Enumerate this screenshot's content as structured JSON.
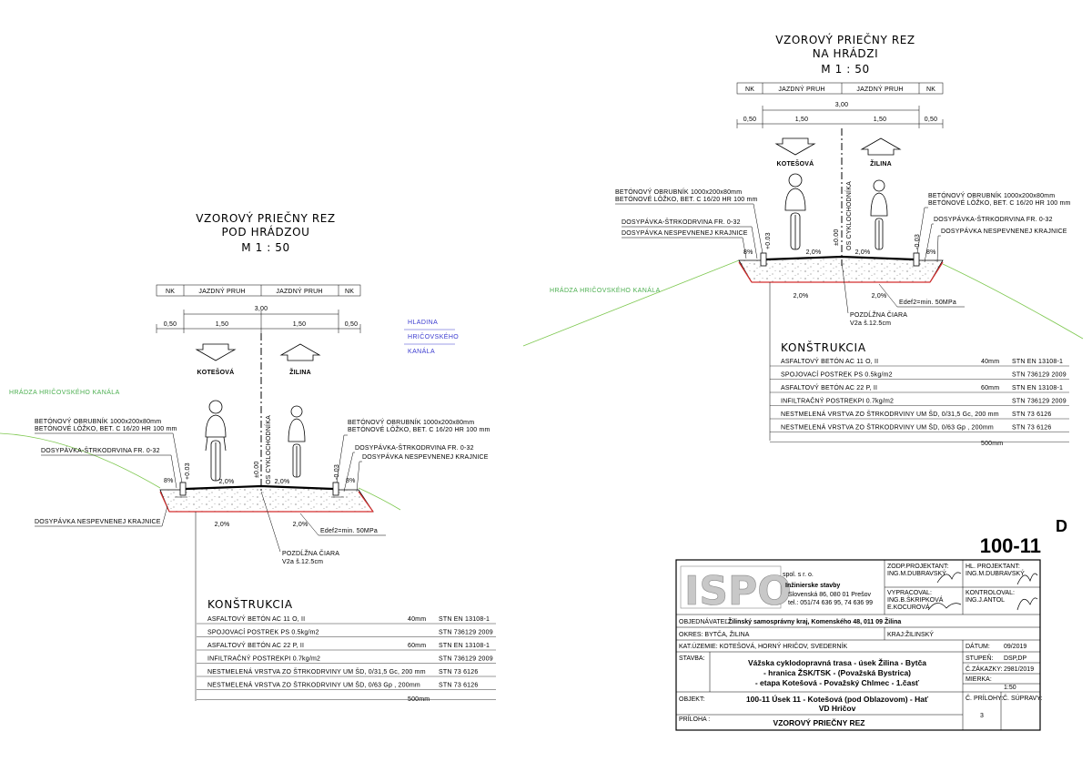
{
  "drawing_code": {
    "letter": "D",
    "number": "100-11"
  },
  "colors": {
    "embankment": "#7ec850",
    "pavement_edge": "#d32f2f",
    "water_label": "#3a3acf",
    "ink": "#000000"
  },
  "left_section": {
    "title_1": "VZOROVÝ PRIEČNY REZ",
    "title_2": "POD HRÁDZOU",
    "scale": "M 1 : 50",
    "lane_headers": [
      "NK",
      "JAZDNÝ PRUH",
      "JAZDNÝ PRUH",
      "NK"
    ],
    "total_width": "3,00",
    "widths": [
      "0,50",
      "1,50",
      "1,50",
      "0,50"
    ],
    "dir_left": "KOTEŠOVÁ",
    "dir_right": "ŽILINA",
    "axis_label": "OS CYKLOCHODNÍKA",
    "axis_height": "±0.00",
    "height_left": "+0.03",
    "height_right": "-0.03",
    "slope_top_left": "2,0%",
    "slope_top_right": "2,0%",
    "slope_bottom_left": "2,0%",
    "slope_bottom_right": "2,0%",
    "verge_slope_left": "8%",
    "verge_slope_right": "8%",
    "embankment_label": "HRÁDZA HRIČOVSKÉHO KANÁLA",
    "water_label": [
      "HLADINA",
      "HRIČOVSKÉHO",
      "KANÁLA"
    ],
    "left_notes": [
      "BETÓNOVÝ OBRUBNÍK 1000x200x80mm",
      "BETÓNOVÉ LÔŽKO, BET. C 16/20 HR 100 mm",
      "DOSYPÁVKA-ŠTRKODRVINA FR. 0-32",
      "DOSYPÁVKA NESPEVNENEJ KRAJNICE"
    ],
    "right_notes": [
      "BETÓNOVÝ OBRUBNÍK 1000x200x80mm",
      "BETÓNOVÉ LÔŽKO, BET. C 16/20 HR 100 mm",
      "DOSYPÁVKA-ŠTRKODRVINA FR. 0-32",
      "DOSYPÁVKA NESPEVNENEJ KRAJNICE"
    ],
    "edef": "Edef2=min. 50MPa",
    "line_label": [
      "POZDĹŽNA ČIARA",
      "V2a š.12.5cm"
    ],
    "construction_title": "KONŠTRUKCIA",
    "layers": [
      {
        "name": "ASFALTOVÝ BETÓN    AC 11 O, II",
        "thickness": "40mm",
        "standard": "STN EN 13108-1"
      },
      {
        "name": "SPOJOVACÍ POSTREK  PS 0.5kg/m2",
        "thickness": "",
        "standard": "STN 736129 2009"
      },
      {
        "name": "ASFALTOVÝ BETÓN    AC 22 P, II",
        "thickness": "60mm",
        "standard": "STN EN 13108-1"
      },
      {
        "name": "INFILTRAČNÝ POSTREKPI 0.7kg/m2",
        "thickness": "",
        "standard": "STN 736129 2009"
      },
      {
        "name": "NESTMELENÁ VRSTVA ZO ŠTRKODRVINY  UM ŠD, 0/31,5 Gc, 200 mm",
        "thickness": "",
        "standard": "STN 73 6126"
      },
      {
        "name": "NESTMELENÁ VRSTVA ZO ŠTRKODRVINY  UM ŠD, 0/63 Gp , 200mm",
        "thickness": "",
        "standard": "STN 73 6126"
      }
    ],
    "total": "500mm"
  },
  "right_section": {
    "title_1": "VZOROVÝ PRIEČNY REZ",
    "title_2": "NA HRÁDZI",
    "scale": "M 1 : 50",
    "lane_headers": [
      "NK",
      "JAZDNÝ PRUH",
      "JAZDNÝ PRUH",
      "NK"
    ],
    "total_width": "3,00",
    "widths": [
      "0,50",
      "1,50",
      "1,50",
      "0,50"
    ],
    "dir_left": "KOTEŠOVÁ",
    "dir_right": "ŽILINA",
    "axis_label": "OS CYKLOCHODNÍKA",
    "axis_height": "±0.00",
    "height_left": "+0.03",
    "height_right": "-0.03",
    "slope_top_left": "2,0%",
    "slope_top_right": "2,0%",
    "slope_bottom_left": "2,0%",
    "slope_bottom_right": "2,0%",
    "verge_slope_left": "8%",
    "verge_slope_right": "8%",
    "embankment_label": "HRÁDZA HRIČOVSKÉHO KANÁLA",
    "left_notes": [
      "BETÓNOVÝ OBRUBNÍK 1000x200x80mm",
      "BETÓNOVÉ LÔŽKO, BET. C 16/20 HR 100 mm",
      "DOSYPÁVKA-ŠTRKODRVINA FR. 0-32",
      "DOSYPÁVKA NESPEVNENEJ KRAJNICE"
    ],
    "right_notes": [
      "BETÓNOVÝ OBRUBNÍK 1000x200x80mm",
      "BETÓNOVÉ LÔŽKO, BET. C 16/20 HR 100 mm",
      "DOSYPÁVKA-ŠTRKODRVINA FR. 0-32",
      "DOSYPÁVKA NESPEVNENEJ KRAJNICE"
    ],
    "edef": "Edef2=min. 50MPa",
    "line_label": [
      "POZDĹŽNA ČIARA",
      "V2a š.12.5cm"
    ],
    "construction_title": "KONŠTRUKCIA",
    "layers": [
      {
        "name": "ASFALTOVÝ BETÓN    AC 11 O, II",
        "thickness": "40mm",
        "standard": "STN EN 13108-1"
      },
      {
        "name": "SPOJOVACÍ POSTREK  PS 0.5kg/m2",
        "thickness": "",
        "standard": "STN 736129 2009"
      },
      {
        "name": "ASFALTOVÝ BETÓN    AC 22 P, II",
        "thickness": "60mm",
        "standard": "STN EN 13108-1"
      },
      {
        "name": "INFILTRAČNÝ POSTREKPI 0.7kg/m2",
        "thickness": "",
        "standard": "STN 736129 2009"
      },
      {
        "name": "NESTMELENÁ VRSTVA ZO ŠTRKODRVINY  UM ŠD, 0/31,5 Gc, 200 mm",
        "thickness": "",
        "standard": "STN 73 6126"
      },
      {
        "name": "NESTMELENÁ VRSTVA ZO ŠTRKODRVINY  UM ŠD, 0/63 Gp , 200mm",
        "thickness": "",
        "standard": "STN 73 6126"
      }
    ],
    "total": "500mm"
  },
  "title_block": {
    "logo": "ISPO",
    "logo_suffix": "spol. s r. o.",
    "company": "Inžinierske stavby",
    "address": "Slovenská 86, 080 01 Prešov",
    "phone": "tel.: 051/74 636 95, 74 636 99",
    "zodp_label": "ZODP.PROJEKTANT:",
    "zodp_name": "ING.M.DUBRAVSKÝ",
    "hl_label": "HL. PROJEKTANT:",
    "hl_name": "ING.M.DUBRAVSKÝ",
    "vyprac_label": "VYPRACOVAL:",
    "vyprac_names": [
      "ING.B.ŠKRIPKOVÁ",
      "E.KOCUROVÁ"
    ],
    "kontrol_label": "KONTROLOVAL:",
    "kontrol_name": "ING.J.ANTOL",
    "obj_label": "OBJEDNÁVATEĽ:",
    "obj_value": "Žilinský samosprávny kraj, Komenského 48, 011 09 Žilina",
    "okres": "OKRES: BYTČA, ŽILINA",
    "kraj": "KRAJ:ŽILINSKÝ",
    "kat": "KAT.ÚZEMIE:  KOTEŠOVÁ, HORNÝ HRIČOV, SVEDERNÍK",
    "datum_label": "DÁTUM:",
    "datum": "09/2019",
    "stavba_label": "STAVBA:",
    "stavba_lines": [
      "Vážska cyklodopravná trasa - úsek Žilina - Bytča",
      "- hranica ŽSK/TSK - (Považská Bystrica)",
      "- etapa Kotešová - Považský Chlmec - 1.časť"
    ],
    "stupen_label": "STUPEŇ:",
    "stupen": "DSP,DP",
    "zakazka_label": "Č.ZÁKAZKY:",
    "zakazka": "2981/2019",
    "mierka_label": "MIERKA:",
    "mierka": "1:50",
    "objekt_label": "OBJEKT:",
    "objekt_lines": [
      "100-11 Úsek 11 - Kotešová (pod Oblazovom) - Hať",
      "VD Hričov"
    ],
    "prilohy_label": "Č. PRÍLOHY:",
    "prilohy": "3",
    "supravy_label": "Č. SÚPRAVY:",
    "priloha_label": "PRÍLOHA :",
    "priloha": "VZOROVÝ PRIEČNY REZ"
  }
}
